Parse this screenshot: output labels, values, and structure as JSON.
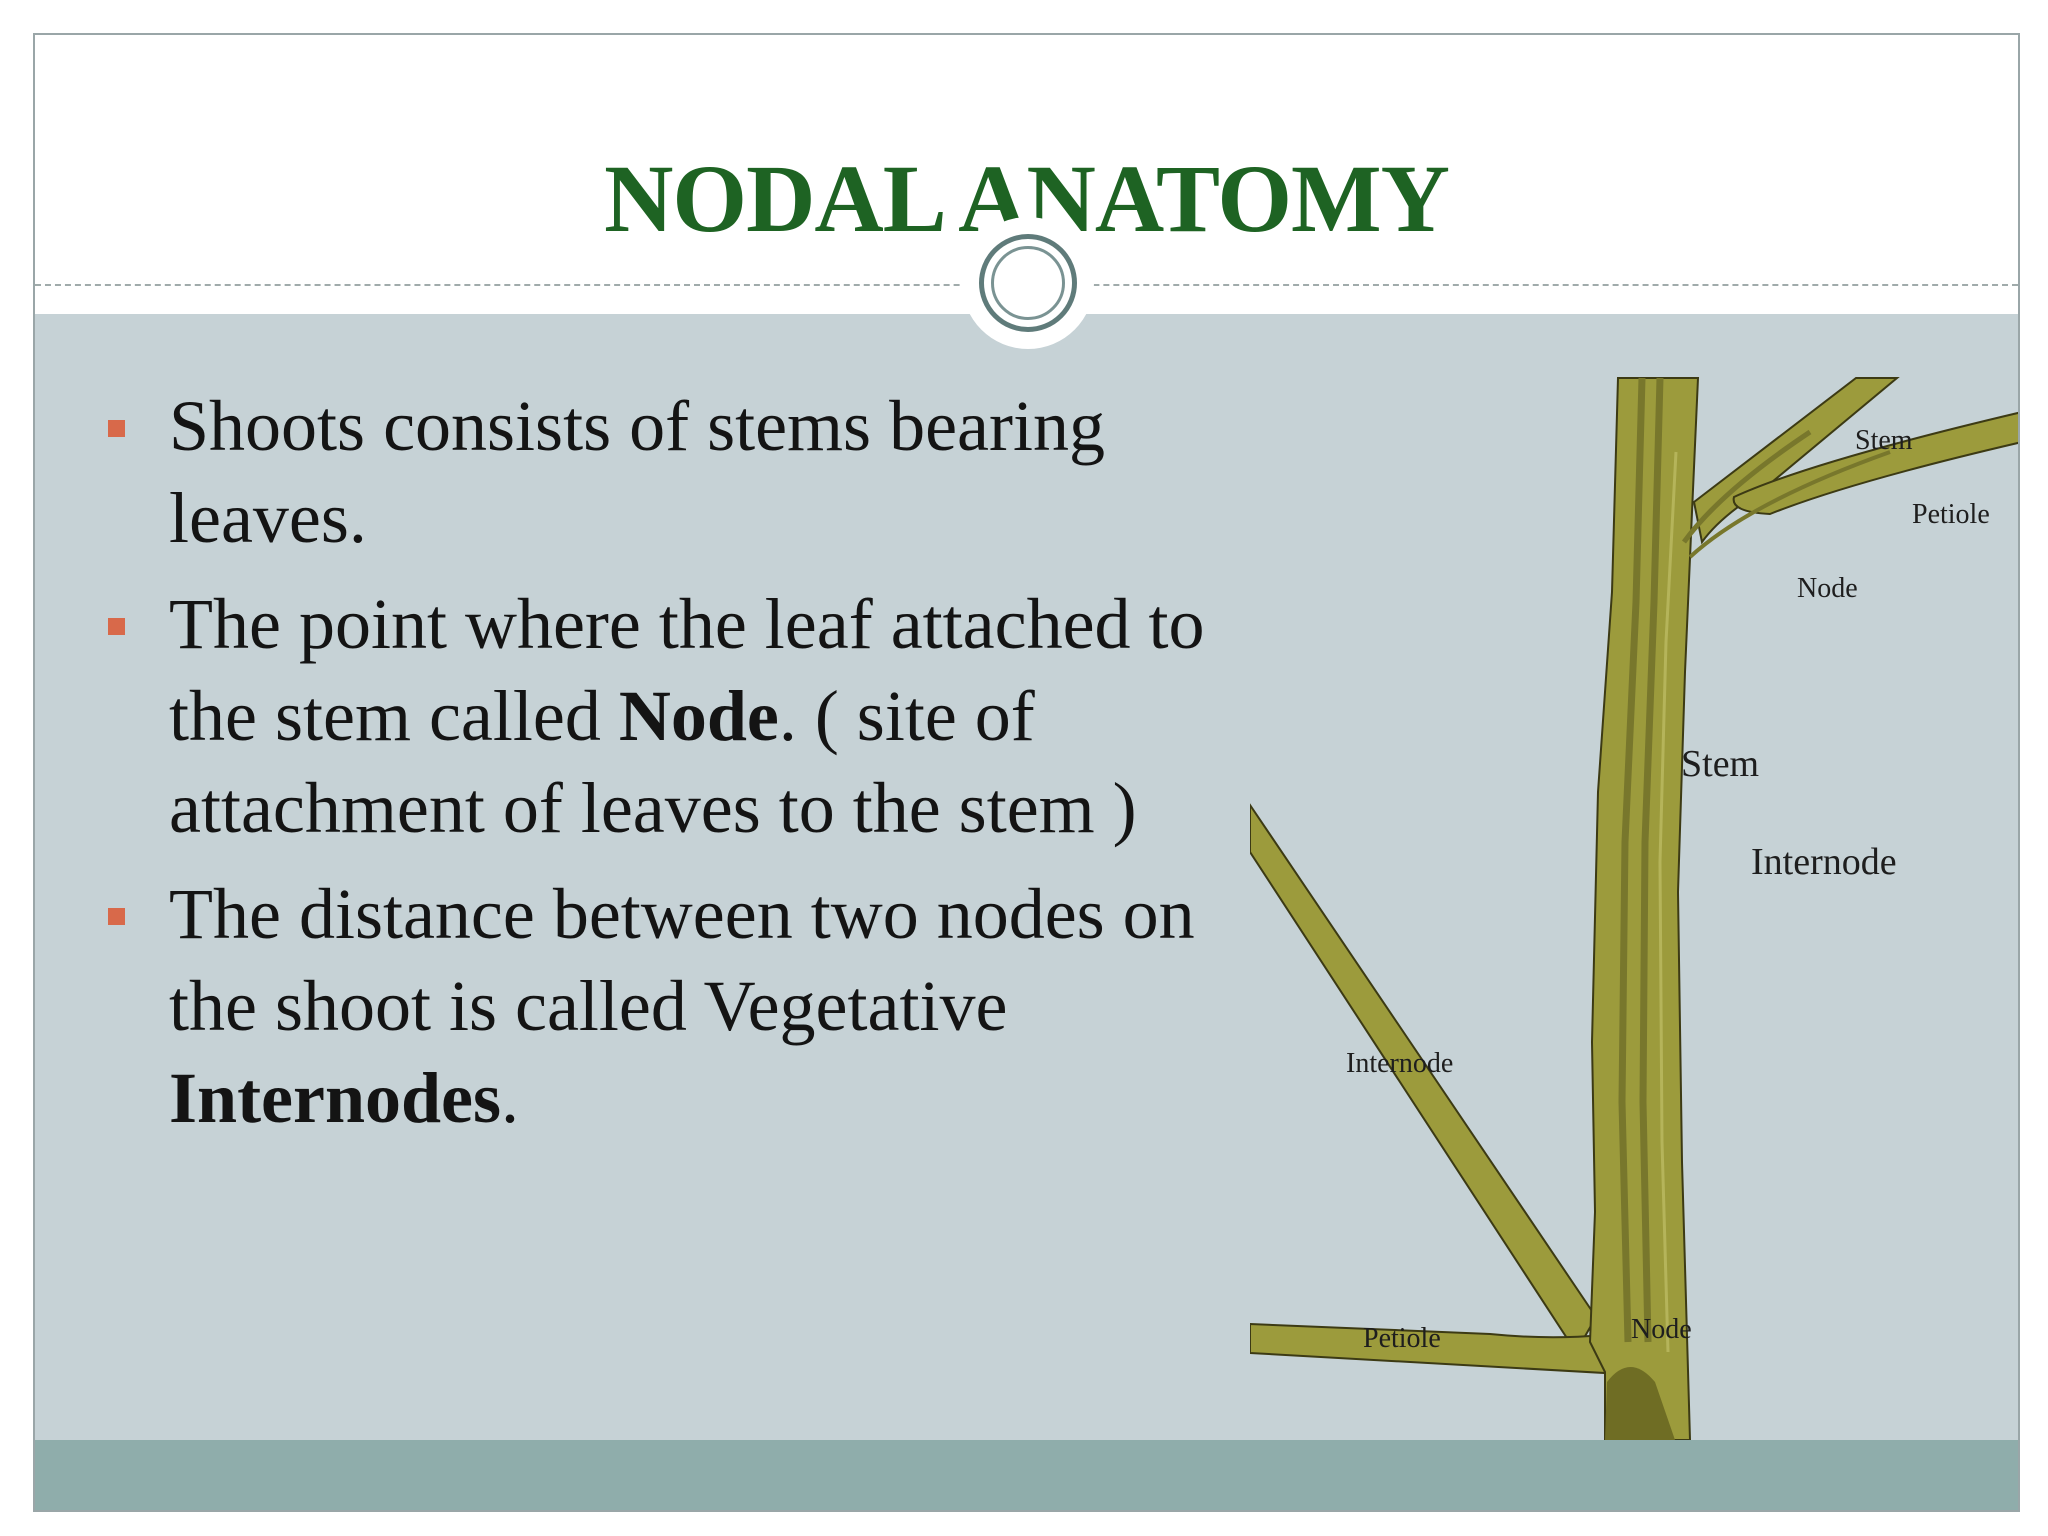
{
  "slide": {
    "title": "NODAL ANATOMY",
    "bullets": [
      {
        "parts": [
          {
            "text": "Shoots consists of stems bearing leaves.",
            "bold": false
          }
        ]
      },
      {
        "parts": [
          {
            "text": "The point where the leaf attached to the stem called ",
            "bold": false
          },
          {
            "text": "Node",
            "bold": true
          },
          {
            "text": ". ( site of attachment of leaves to the stem )",
            "bold": false
          }
        ]
      },
      {
        "parts": [
          {
            "text": "The  distance between two nodes on the shoot is called Vegetative ",
            "bold": false
          },
          {
            "text": "Internodes",
            "bold": true
          },
          {
            "text": ".",
            "bold": false
          }
        ]
      }
    ]
  },
  "diagram": {
    "labels": {
      "stem_top": "Stem",
      "petiole_top": "Petiole",
      "node_top": "Node",
      "stem_main": "Stem",
      "internode_main": "Internode",
      "internode_branch": "Internode",
      "petiole_bottom": "Petiole",
      "node_bottom": "Node"
    }
  },
  "colors": {
    "title": "#1e6323",
    "body_panel": "#c6d2d6",
    "footer_bar": "#8fadab",
    "bullet_marker": "#d8694a",
    "stem_fill": "#9c9b3c",
    "stem_dark": "#6f6d24"
  }
}
